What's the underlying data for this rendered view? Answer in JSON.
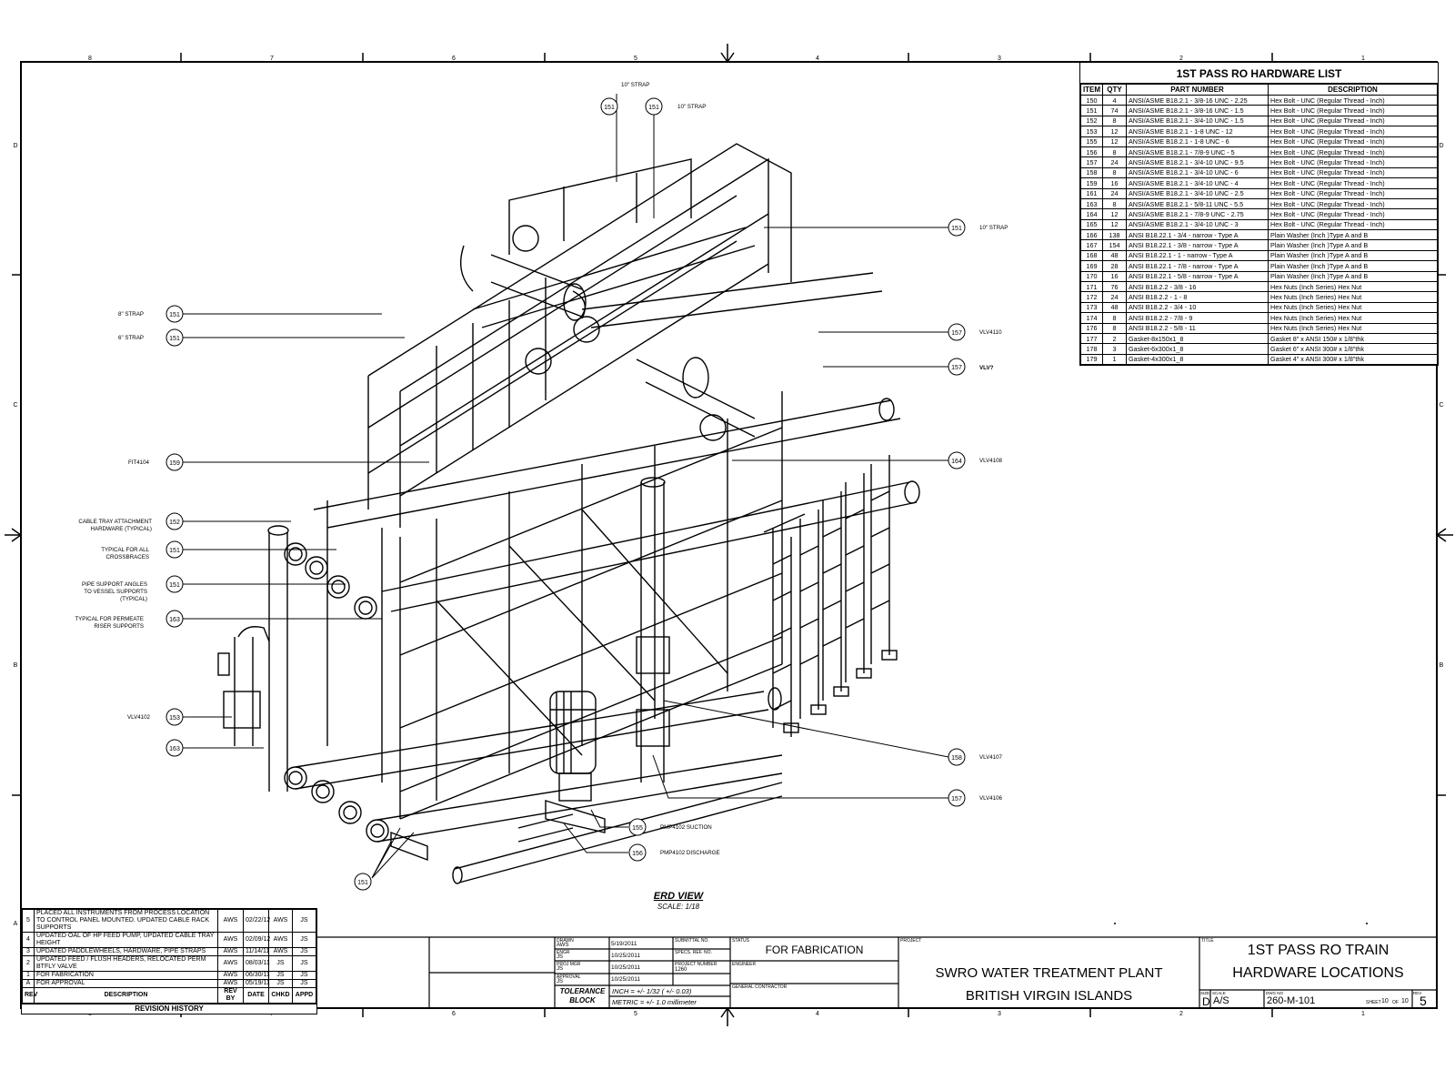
{
  "border": {
    "columns_top": [
      "8",
      "7",
      "6",
      "5",
      "4",
      "3",
      "2",
      "1"
    ],
    "rows_side": [
      "D",
      "C",
      "B",
      "A"
    ]
  },
  "hardware_list": {
    "title": "1ST PASS RO HARDWARE LIST",
    "headers": [
      "ITEM",
      "QTY",
      "PART NUMBER",
      "DESCRIPTION"
    ],
    "rows": [
      [
        "150",
        "4",
        "ANSI/ASME B18.2.1 - 3/8-16 UNC - 2.25",
        "Hex Bolt - UNC (Regular Thread - Inch)"
      ],
      [
        "151",
        "74",
        "ANSI/ASME B18.2.1 - 3/8-16 UNC - 1.5",
        "Hex Bolt - UNC (Regular Thread - Inch)"
      ],
      [
        "152",
        "8",
        "ANSI/ASME B18.2.1 - 3/4-10 UNC - 1.5",
        "Hex Bolt - UNC (Regular Thread - Inch)"
      ],
      [
        "153",
        "12",
        "ANSI/ASME B18.2.1 - 1-8 UNC - 12",
        "Hex Bolt - UNC (Regular Thread - Inch)"
      ],
      [
        "155",
        "12",
        "ANSI/ASME B18.2.1 - 1-8 UNC - 6",
        "Hex Bolt - UNC (Regular Thread - Inch)"
      ],
      [
        "156",
        "8",
        "ANSI/ASME B18.2.1 - 7/8-9 UNC - 5",
        "Hex Bolt - UNC (Regular Thread - Inch)"
      ],
      [
        "157",
        "24",
        "ANSI/ASME B18.2.1 - 3/4-10 UNC - 9.5",
        "Hex Bolt - UNC (Regular Thread - Inch)"
      ],
      [
        "158",
        "8",
        "ANSI/ASME B18.2.1 - 3/4-10 UNC - 6",
        "Hex Bolt - UNC (Regular Thread - Inch)"
      ],
      [
        "159",
        "16",
        "ANSI/ASME B18.2.1 - 3/4-10 UNC - 4",
        "Hex Bolt - UNC (Regular Thread - Inch)"
      ],
      [
        "161",
        "24",
        "ANSI/ASME B18.2.1 - 3/4-10 UNC - 2.5",
        "Hex Bolt - UNC (Regular Thread - Inch)"
      ],
      [
        "163",
        "8",
        "ANSI/ASME B18.2.1 - 5/8-11 UNC - 5.5",
        "Hex Bolt - UNC (Regular Thread - Inch)"
      ],
      [
        "164",
        "12",
        "ANSI/ASME B18.2.1 - 7/8-9 UNC - 2.75",
        "Hex Bolt - UNC (Regular Thread - Inch)"
      ],
      [
        "165",
        "12",
        "ANSI/ASME B18.2.1 - 3/4-10 UNC - 3",
        "Hex Bolt - UNC (Regular Thread - Inch)"
      ],
      [
        "166",
        "138",
        "ANSI B18.22.1 - 3/4 - narrow - Type A",
        "Plain Washer (Inch )Type A and B"
      ],
      [
        "167",
        "154",
        "ANSI B18.22.1 - 3/8 - narrow - Type A",
        "Plain Washer (Inch )Type A and B"
      ],
      [
        "168",
        "48",
        "ANSI B18.22.1 - 1 - narrow - Type A",
        "Plain Washer (Inch )Type A and B"
      ],
      [
        "169",
        "28",
        "ANSI B18.22.1 - 7/8 - narrow - Type A",
        "Plain Washer (Inch )Type A and B"
      ],
      [
        "170",
        "16",
        "ANSI B18.22.1 - 5/8 - narrow - Type A",
        "Plain Washer (Inch )Type A and B"
      ],
      [
        "171",
        "76",
        "ANSI B18.2.2 - 3/8 - 16",
        "Hex Nuts (Inch Series) Hex Nut"
      ],
      [
        "172",
        "24",
        "ANSI B18.2.2 - 1 - 8",
        "Hex Nuts (Inch Series) Hex Nut"
      ],
      [
        "173",
        "48",
        "ANSI B18.2.2 - 3/4 - 10",
        "Hex Nuts (Inch Series) Hex Nut"
      ],
      [
        "174",
        "8",
        "ANSI B18.2.2 - 7/8 - 9",
        "Hex Nuts (Inch Series) Hex Nut"
      ],
      [
        "176",
        "8",
        "ANSI B18.2.2 - 5/8 - 11",
        "Hex Nuts (Inch Series) Hex Nut"
      ],
      [
        "177",
        "2",
        "Gasket-8x150x1_8",
        "Gasket 8\" x ANSI 150# x 1/8\"thk"
      ],
      [
        "178",
        "3",
        "Gasket-6x300x1_8",
        "Gasket 6\" x ANSI 300# x 1/8\"thk"
      ],
      [
        "179",
        "1",
        "Gasket-4x300x1_8",
        "Gasket 4\" x ANSI 300# x 1/8\"thk"
      ]
    ]
  },
  "callouts_left": [
    {
      "text": "8\" STRAP",
      "num": "151"
    },
    {
      "text": "6\" STRAP",
      "num": "151"
    },
    {
      "text": "FIT4104",
      "num": "159"
    },
    {
      "text": "CABLE TRAY ATTACHMENT\nHARDWARE (TYPICAL)",
      "num": "152"
    },
    {
      "text": "TYPICAL FOR ALL\nCROSSBRACES",
      "num": "151"
    },
    {
      "text": "PIPE SUPPORT ANGLES\nTO VESSEL SUPPORTS\n(TYPICAL)",
      "num": "151"
    },
    {
      "text": "TYPICAL FOR PERMEATE\nRISER SUPPORTS",
      "num": "163"
    },
    {
      "text": "VLV4102",
      "num": "153"
    },
    {
      "text": "",
      "num": "163"
    }
  ],
  "callouts_top": [
    {
      "text": "10\" STRAP",
      "num": "151"
    },
    {
      "text": "10\" STRAP",
      "num": "151"
    }
  ],
  "callouts_right": [
    {
      "text": "10\" STRAP",
      "num": "151"
    },
    {
      "text": "VLV4110",
      "num": "157"
    },
    {
      "text": "VLV?",
      "num": "157"
    },
    {
      "text": "VLV4108",
      "num": "164"
    },
    {
      "text": "VLV4107",
      "num": "158"
    },
    {
      "text": "VLV4106",
      "num": "157"
    }
  ],
  "callouts_bottom": [
    {
      "text": "PMP4102 SUCTION",
      "num": "155"
    },
    {
      "text": "PMP4102 DISCHARGE",
      "num": "156"
    },
    {
      "text": "",
      "num": "151"
    }
  ],
  "view": {
    "title": "ERD VIEW",
    "scale": "SCALE: 1/18"
  },
  "revisions": {
    "rows": [
      {
        "rev": "5",
        "desc": "PLACED ALL INSTRUMENTS FROM PROCESS LOCATION TO CONTROL PANEL MOUNTED. UPDATED CABLE RACK SUPPORTS",
        "by": "AWS",
        "date": "02/22/12",
        "chkd": "AWS",
        "appd": "JS"
      },
      {
        "rev": "4",
        "desc": "UPDATED OAL OF HP FEED PUMP, UPDATED CABLE TRAY HEIGHT",
        "by": "AWS",
        "date": "02/09/12",
        "chkd": "AWS",
        "appd": "JS"
      },
      {
        "rev": "3",
        "desc": "UPDATED PADDLEWHEELS, HARDWARE, PIPE STRAPS",
        "by": "AWS",
        "date": "11/14/11",
        "chkd": "AWS",
        "appd": "JS"
      },
      {
        "rev": "2",
        "desc": "UPDATED FEED / FLUSH HEADERS, RELOCATED PERM BTFLY VALVE",
        "by": "AWS",
        "date": "08/03/11",
        "chkd": "JS",
        "appd": "JS"
      },
      {
        "rev": "1",
        "desc": "FOR FABRICATION",
        "by": "AWS",
        "date": "06/30/11",
        "chkd": "JS",
        "appd": "JS"
      },
      {
        "rev": "A",
        "desc": "FOR APPROVAL",
        "by": "AWS",
        "date": "05/19/11",
        "chkd": "JS",
        "appd": "JS"
      }
    ],
    "headers": {
      "rev": "REV",
      "desc": "DESCRIPTION",
      "by": "REV BY",
      "date": "DATE",
      "chkd": "CHKD",
      "appd": "APPD"
    },
    "footer": "REVISION HISTORY"
  },
  "title_block": {
    "drawn_label": "DRAWN",
    "drawn_by": "AWS",
    "drawn_date": "5/19/2011",
    "engr_label": "ENGR",
    "engr_by": "JS",
    "engr_date": "10/25/2011",
    "pm_label": "PROJ MGR",
    "pm_by": "JS",
    "pm_date": "10/25/2011",
    "appd_label": "APPROVAL",
    "appd_by": "JS",
    "appd_date": "10/25/2011",
    "submittal_label": "SUBMITTAL NO.",
    "spec_label": "SPECS. REF. NO.",
    "projnum_label": "PROJECT NUMBER",
    "projnum": "1260",
    "tolerance_label": "TOLERANCE\nBLOCK",
    "tol_inch": "INCH = +/- 1/32 ( +/- 0.03)",
    "tol_metric": "METRIC = +/- 1.0 millimeter",
    "status_label": "STATUS",
    "status": "FOR FABRICATION",
    "engineer_label": "ENGINEER",
    "gc_label": "GENERAL CONTRACTOR",
    "project_label": "PROJECT",
    "project_line1": "SWRO WATER TREATMENT PLANT",
    "project_line2": "BRITISH VIRGIN ISLANDS",
    "title_label": "TITLE",
    "title_line1": "1ST PASS RO TRAIN",
    "title_line2": "HARDWARE LOCATIONS",
    "size_label": "SIZE",
    "size": "D",
    "scale_label": "SCALE",
    "scale": "A/S",
    "dwg_label": "DWG NO",
    "dwg": "260-M-101",
    "sheet_label": "SHEET",
    "sheet": "10",
    "of_label": "OF",
    "of": "10",
    "rev_label": "REV",
    "rev": "5"
  }
}
